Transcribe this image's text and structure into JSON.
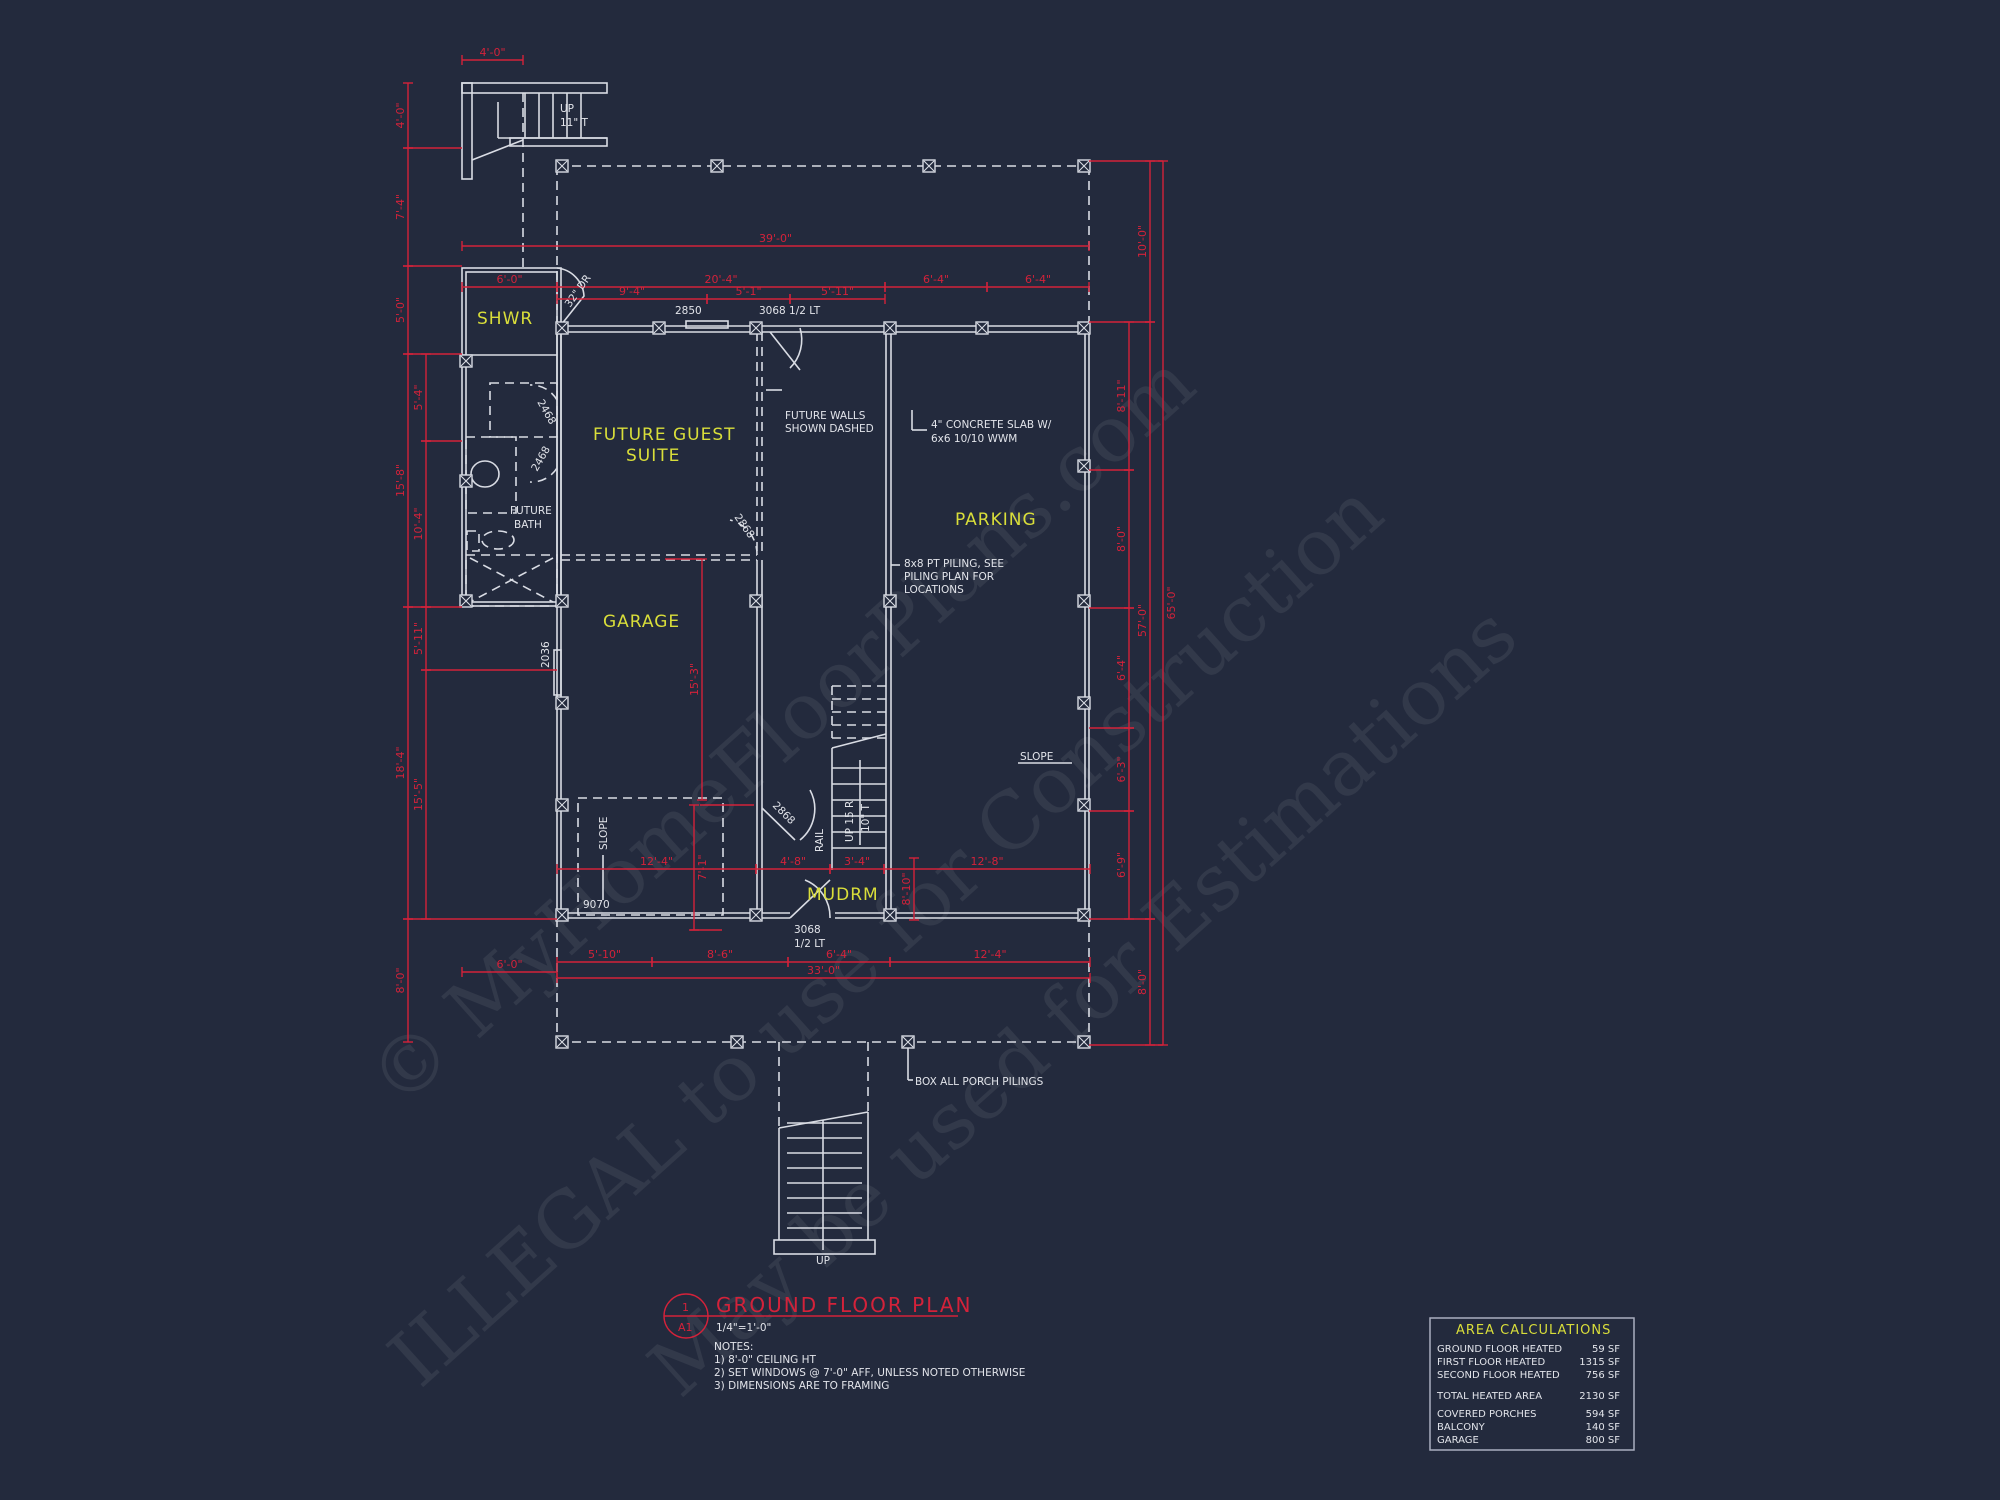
{
  "colors": {
    "background": "#232a3d",
    "walls": "#d9dce4",
    "dimensions": "#d3223a",
    "room_labels": "#d9de3a"
  },
  "rooms": {
    "shwr": "SHWR",
    "guest_line1": "FUTURE GUEST",
    "guest_line2": "SUITE",
    "garage": "GARAGE",
    "parking": "PARKING",
    "mudrm": "MUDRM",
    "bath_line1": "FUTURE",
    "bath_line2": "BATH"
  },
  "callouts": {
    "future_walls_1": "FUTURE WALLS",
    "future_walls_2": "SHOWN DASHED",
    "slab_1": "4\" CONCRETE SLAB W/",
    "slab_2": "6x6 10/10 WWM",
    "piling_1": "8x8 PT PILING, SEE",
    "piling_2": "PILING PLAN FOR",
    "piling_3": "LOCATIONS",
    "box_pilings": "BOX ALL PORCH PILINGS",
    "slope_parking": "SLOPE",
    "slope_garage": "SLOPE",
    "rail": "RAIL",
    "mud_stair_1": "UP 15 R",
    "mud_stair_2": "10\" T",
    "top_stair_1": "UP",
    "top_stair_2": "11\" T",
    "front_stair_up": "UP"
  },
  "tags": {
    "window_2850": "2850",
    "door_3068_top": "3068 1/2 LT",
    "door_32dr": "32\" DR",
    "door_2468_a": "2468",
    "door_2468_b": "2468",
    "door_2868_a": "2868",
    "door_2868_b": "2868",
    "window_2036": "2036",
    "garage_door_9070": "9070",
    "door_3068_bottom_1": "3068",
    "door_3068_bottom_2": "1/2 LT"
  },
  "dimensions": [
    "4'-0\"",
    "39'-0\"",
    "6'-0\"",
    "20'-4\"",
    "6'-4\"",
    "6'-4\"",
    "9'-4\"",
    "5'-1\"",
    "5'-11\"",
    "12'-4\"",
    "4'-8\"",
    "3'-4\"",
    "12'-8\"",
    "5'-10\"",
    "8'-6\"",
    "6'-4\"",
    "12'-4\"",
    "33'-0\"",
    "6'-0\"",
    "4'-0\"",
    "7'-4\"",
    "5'-0\"",
    "15'-8\"",
    "18'-4\"",
    "8'-0\"",
    "5'-4\"",
    "10'-4\"",
    "5'-11\"",
    "15'-5\"",
    "8'-11\"",
    "8'-0\"",
    "6'-4\"",
    "6'-3\"",
    "6'-9\"",
    "10'-0\"",
    "57'-0\"",
    "8'-0\"",
    "65'-0\"",
    "15'-3\"",
    "7'-1\"",
    "8'-10\""
  ],
  "title": {
    "detail_number": "1",
    "sheet": "A1",
    "name": "GROUND FLOOR PLAN",
    "scale": "1/4\"=1'-0\"",
    "notes_heading": "NOTES:",
    "notes": [
      "1) 8'-0\" CEILING HT",
      "2) SET WINDOWS @ 7'-0\" AFF, UNLESS NOTED OTHERWISE",
      "3) DIMENSIONS ARE TO FRAMING"
    ]
  },
  "area_calculations": {
    "heading": "AREA CALCULATIONS",
    "rows": [
      {
        "label": "GROUND FLOOR HEATED",
        "value": "59 SF"
      },
      {
        "label": "FIRST FLOOR HEATED",
        "value": "1315 SF"
      },
      {
        "label": "SECOND FLOOR HEATED",
        "value": "756 SF"
      },
      {
        "label": "TOTAL HEATED AREA",
        "value": "2130 SF"
      },
      {
        "label": "COVERED PORCHES",
        "value": "594 SF"
      },
      {
        "label": "BALCONY",
        "value": "140 SF"
      },
      {
        "label": "GARAGE",
        "value": "800 SF"
      }
    ]
  },
  "watermark": [
    "© MyHomeFloorPlans.com",
    "ILLEGAL to use for Construction",
    "May be used for Estimations"
  ]
}
